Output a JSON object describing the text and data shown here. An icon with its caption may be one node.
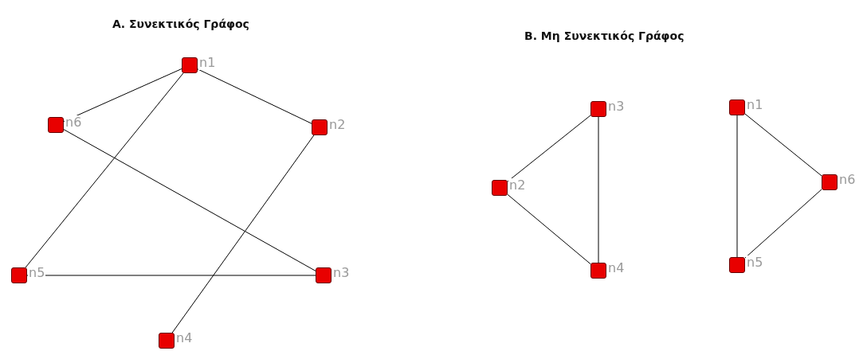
{
  "diagram": {
    "nodes": [
      {
        "text": [],
        "shape": "box",
        "beside": [
          "n1"
        ]
      },
      {
        "text": [],
        "shape": "box",
        "beside": [
          "n6"
        ]
      },
      {
        "text": [],
        "shape": "box",
        "beside": [
          "n2"
        ]
      },
      {
        "text": [],
        "shape": "box",
        "beside": [
          "n5"
        ]
      },
      {
        "text": [],
        "shape": "box",
        "beside": [
          "n3"
        ]
      },
      {
        "text": [],
        "shape": "box",
        "beside": [
          "n4"
        ]
      },
      {
        "text": [],
        "shape": "box",
        "beside": [
          "n3"
        ]
      },
      {
        "text": [],
        "shape": "box",
        "beside": [
          "n1"
        ]
      },
      {
        "text": [],
        "shape": "box",
        "beside": [
          "n2"
        ]
      },
      {
        "text": [],
        "shape": "box",
        "beside": [
          "n6"
        ]
      },
      {
        "text": [],
        "shape": "box",
        "beside": [
          "n5"
        ]
      },
      {
        "text": [],
        "shape": "box",
        "beside": [
          "n4"
        ]
      }
    ],
    "edges": [
      {
        "from": 0,
        "to": 1,
        "arrow": "none"
      },
      {
        "from": 0,
        "to": 2,
        "arrow": "none"
      },
      {
        "from": 0,
        "to": 3,
        "arrow": "none"
      },
      {
        "from": 2,
        "to": 5,
        "arrow": "none"
      },
      {
        "from": 1,
        "to": 4,
        "arrow": "none"
      },
      {
        "from": 3,
        "to": 4,
        "arrow": "none"
      },
      {
        "from": 6,
        "to": 8,
        "arrow": "none"
      },
      {
        "from": 6,
        "to": 11,
        "arrow": "none"
      },
      {
        "from": 8,
        "to": 11,
        "arrow": "none"
      },
      {
        "from": 7,
        "to": 9,
        "arrow": "none"
      },
      {
        "from": 7,
        "to": 10,
        "arrow": "none"
      },
      {
        "from": 9,
        "to": 10,
        "arrow": "none"
      }
    ],
    "labels": [
      "Α. Συνεκτικός Γράφος",
      "Β. Μη Συνεκτικός Γράφος"
    ]
  }
}
